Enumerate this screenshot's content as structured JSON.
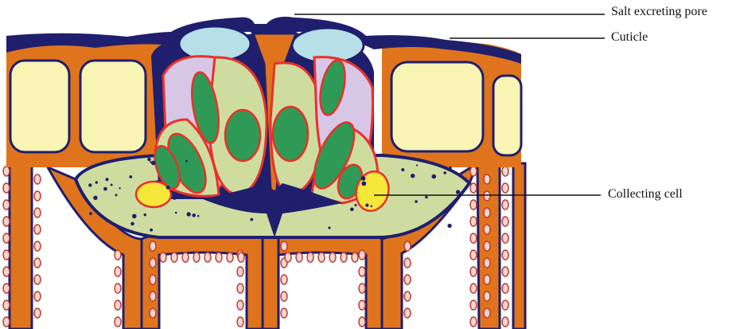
{
  "diagram": {
    "labels": {
      "salt_excreting_pore": "Salt excreting pore",
      "cuticle": "Cuticle",
      "collecting_cell": "Collecting cell"
    },
    "colors": {
      "cuticle": "#1f1f6e",
      "cell_wall": "#e0741d",
      "epidermal_cytoplasm": "#f8f4b3",
      "gland_cytoplasm": "#cfdca0",
      "secretory_cell": "#d8c6e6",
      "nucleus": "#2e9a55",
      "collecting_cell": "#f5e63a",
      "vacuole_outline": "#b94a3c",
      "membrane": "#e8312a",
      "cap_cell": "#b7dfe8"
    }
  }
}
